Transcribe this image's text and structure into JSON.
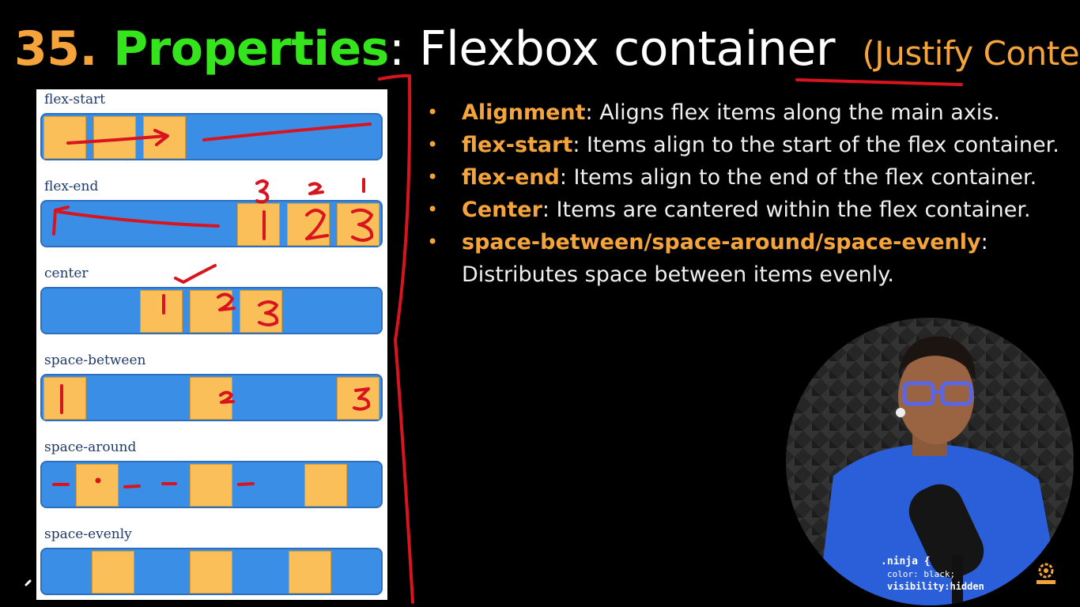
{
  "slide": {
    "number": "35.",
    "keyword": "Properties",
    "separator": ": ",
    "topic": "Flexbox container",
    "subtopic": "(Justify Content)"
  },
  "demos": [
    {
      "label": "flex-start"
    },
    {
      "label": "flex-end"
    },
    {
      "label": "center"
    },
    {
      "label": "space-between"
    },
    {
      "label": "space-around"
    },
    {
      "label": "space-evenly"
    }
  ],
  "bullets": [
    {
      "term": "Alignment",
      "text": ": Aligns flex items along the main axis."
    },
    {
      "term": "flex-start",
      "text": ": Items align to the start of the flex container."
    },
    {
      "term": "flex-end",
      "text": ": Items align to the end of the flex container."
    },
    {
      "term": "Center",
      "text": ": Items are cantered within the flex container."
    },
    {
      "term": "space-between/space-around/space-evenly",
      "text": ": Distributes space between items evenly."
    }
  ],
  "webcam": {
    "shirt_text": ".ninja {\n  color: black;\n  visibility:hidden"
  },
  "colors": {
    "accent": "#f4a43a",
    "keyword": "#35e51b",
    "bar": "#3a8ee6",
    "box": "#fbbf5a",
    "ink": "#d8141e"
  },
  "icons": {
    "channel_logo": "gear-logo-icon"
  }
}
